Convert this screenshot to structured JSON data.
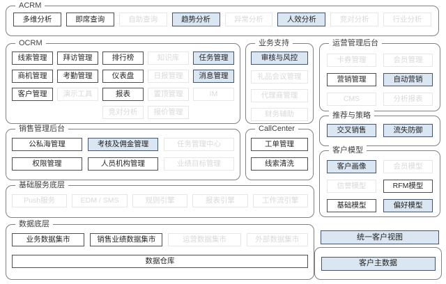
{
  "palette": {
    "highlight_fill": "#dae6f2",
    "highlight_border": "#44546a",
    "normal_border": "#4d4d4d",
    "disabled_border": "#e6e6e6",
    "disabled_text": "#d9d9d9",
    "group_border": "#808080",
    "text": "#262626"
  },
  "groups": {
    "acrm": {
      "title": "ACRM",
      "items": [
        {
          "label": "多维分析",
          "state": "normal"
        },
        {
          "label": "即席查询",
          "state": "normal"
        },
        {
          "label": "自助查询",
          "state": "disabled"
        },
        {
          "label": "趋势分析",
          "state": "highlight"
        },
        {
          "label": "异常分析",
          "state": "disabled"
        },
        {
          "label": "人效分析",
          "state": "highlight"
        },
        {
          "label": "竞对分析",
          "state": "disabled"
        },
        {
          "label": "行业分析",
          "state": "disabled"
        }
      ]
    },
    "ocrm": {
      "title": "OCRM",
      "items": [
        {
          "label": "线索管理",
          "state": "normal"
        },
        {
          "label": "拜访管理",
          "state": "normal"
        },
        {
          "label": "排行榜",
          "state": "normal"
        },
        {
          "label": "知识库",
          "state": "disabled"
        },
        {
          "label": "任务管理",
          "state": "highlight"
        },
        {
          "label": "商机管理",
          "state": "normal"
        },
        {
          "label": "考勤管理",
          "state": "normal"
        },
        {
          "label": "仪表盘",
          "state": "normal"
        },
        {
          "label": "日报管理",
          "state": "disabled"
        },
        {
          "label": "消息管理",
          "state": "highlight"
        },
        {
          "label": "客户管理",
          "state": "normal"
        },
        {
          "label": "演示工具",
          "state": "disabled"
        },
        {
          "label": "报表",
          "state": "normal"
        },
        {
          "label": "置顶管理",
          "state": "disabled"
        },
        {
          "label": "IM",
          "state": "disabled"
        },
        {
          "label": "",
          "state": "empty"
        },
        {
          "label": "",
          "state": "empty"
        },
        {
          "label": "竞对分析",
          "state": "disabled"
        },
        {
          "label": "报价管理",
          "state": "disabled"
        },
        {
          "label": "",
          "state": "empty"
        }
      ]
    },
    "business_support": {
      "title": "业务支持",
      "items": [
        {
          "label": "审核与风控",
          "state": "highlight"
        },
        {
          "label": "礼品会议管理",
          "state": "disabled"
        },
        {
          "label": "代理商管理",
          "state": "disabled"
        },
        {
          "label": "财务辅助",
          "state": "disabled"
        }
      ]
    },
    "operation_backend": {
      "title": "运营管理后台",
      "items": [
        {
          "label": "卡券管理",
          "state": "disabled"
        },
        {
          "label": "会员管理",
          "state": "disabled"
        },
        {
          "label": "营销管理",
          "state": "normal"
        },
        {
          "label": "自动营销",
          "state": "highlight"
        },
        {
          "label": "CMS",
          "state": "disabled"
        },
        {
          "label": "分析报表",
          "state": "disabled"
        }
      ]
    },
    "recommendation": {
      "title": "推荐与策略",
      "items": [
        {
          "label": "交叉销售",
          "state": "highlight"
        },
        {
          "label": "流失防御",
          "state": "highlight"
        }
      ]
    },
    "customer_model": {
      "title": "客户模型",
      "items": [
        {
          "label": "客户画像",
          "state": "highlight"
        },
        {
          "label": "会员模型",
          "state": "disabled"
        },
        {
          "label": "信誉模型",
          "state": "disabled"
        },
        {
          "label": "RFM模型",
          "state": "normal"
        },
        {
          "label": "基础模型",
          "state": "normal"
        },
        {
          "label": "偏好模型",
          "state": "highlight"
        }
      ]
    },
    "sales_backend": {
      "title": "销售管理后台",
      "items": [
        {
          "label": "公私海管理",
          "state": "normal"
        },
        {
          "label": "考核及佣金管理",
          "state": "highlight"
        },
        {
          "label": "任务管理中心",
          "state": "disabled"
        },
        {
          "label": "权限管理",
          "state": "normal"
        },
        {
          "label": "人员机构管理",
          "state": "normal"
        },
        {
          "label": "业绩目标管理",
          "state": "disabled"
        }
      ]
    },
    "callcenter": {
      "title": "CallCenter",
      "items": [
        {
          "label": "工单管理",
          "state": "normal"
        },
        {
          "label": "线索清洗",
          "state": "normal"
        }
      ]
    },
    "base_services": {
      "title": "基础服务底层",
      "items": [
        {
          "label": "Push服务",
          "state": "disabled"
        },
        {
          "label": "EDM / SMS",
          "state": "disabled"
        },
        {
          "label": "规则引擎",
          "state": "disabled"
        },
        {
          "label": "报表引擎",
          "state": "disabled"
        },
        {
          "label": "工作流引擎",
          "state": "disabled"
        }
      ]
    },
    "data_layer": {
      "title": "数据底层",
      "items": [
        {
          "label": "业务数据集市",
          "state": "normal"
        },
        {
          "label": "销售业绩数据集市",
          "state": "normal"
        },
        {
          "label": "运营数据集市",
          "state": "disabled"
        },
        {
          "label": "外部数据集市",
          "state": "disabled"
        },
        {
          "label": "数据仓库",
          "state": "normal",
          "span": "full"
        }
      ]
    }
  },
  "bottom_right": {
    "unified_view": {
      "label": "统一客户视图",
      "state": "highlight"
    },
    "master_data": {
      "label": "客户主数据",
      "state": "highlight"
    }
  }
}
